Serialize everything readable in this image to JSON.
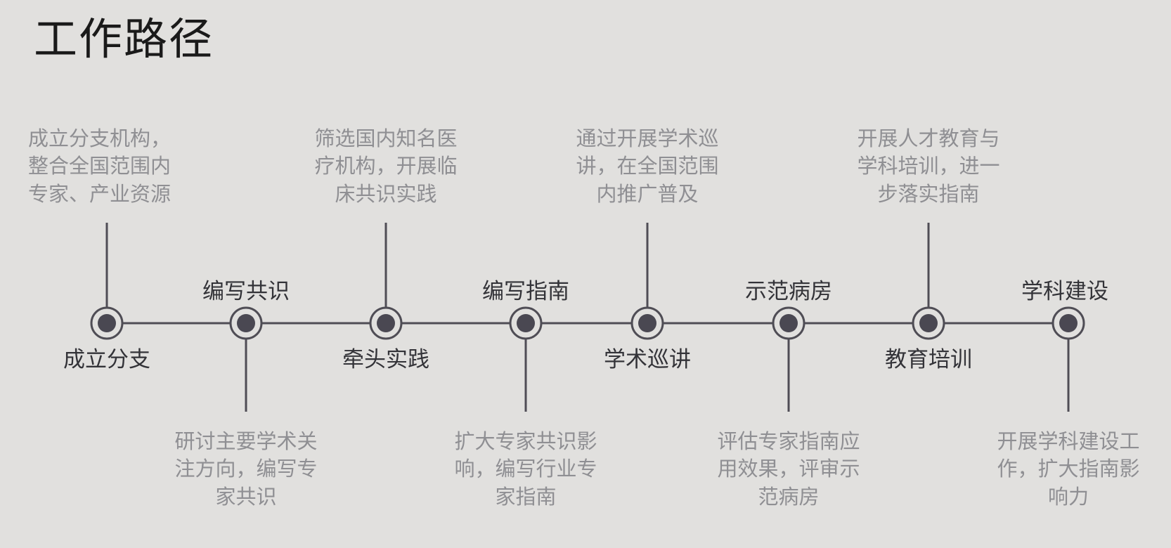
{
  "title": "工作路径",
  "colors": {
    "background": "#e1e0de",
    "line": "#4f4d55",
    "node_fill": "#4a4852",
    "label": "#333338",
    "description": "#8f8f93"
  },
  "stages": [
    {
      "label": "成立分支",
      "description": "成立分支机构，\n整合全国范围内\n专家、产业资源"
    },
    {
      "label": "编写共识",
      "description": "研讨主要学术关\n注方向，编写专\n家共识"
    },
    {
      "label": "牵头实践",
      "description": "筛选国内知名医\n疗机构，开展临\n床共识实践"
    },
    {
      "label": "编写指南",
      "description": "扩大专家共识影\n响，编写行业专\n家指南"
    },
    {
      "label": "学术巡讲",
      "description": "通过开展学术巡\n讲，在全国范围\n内推广普及"
    },
    {
      "label": "示范病房",
      "description": "评估专家指南应\n用效果，评审示\n范病房"
    },
    {
      "label": "教育培训",
      "description": "开展人才教育与\n学科培训，进一\n步落实指南"
    },
    {
      "label": "学科建设",
      "description": "开展学科建设工\n作，扩大指南影\n响力"
    }
  ]
}
